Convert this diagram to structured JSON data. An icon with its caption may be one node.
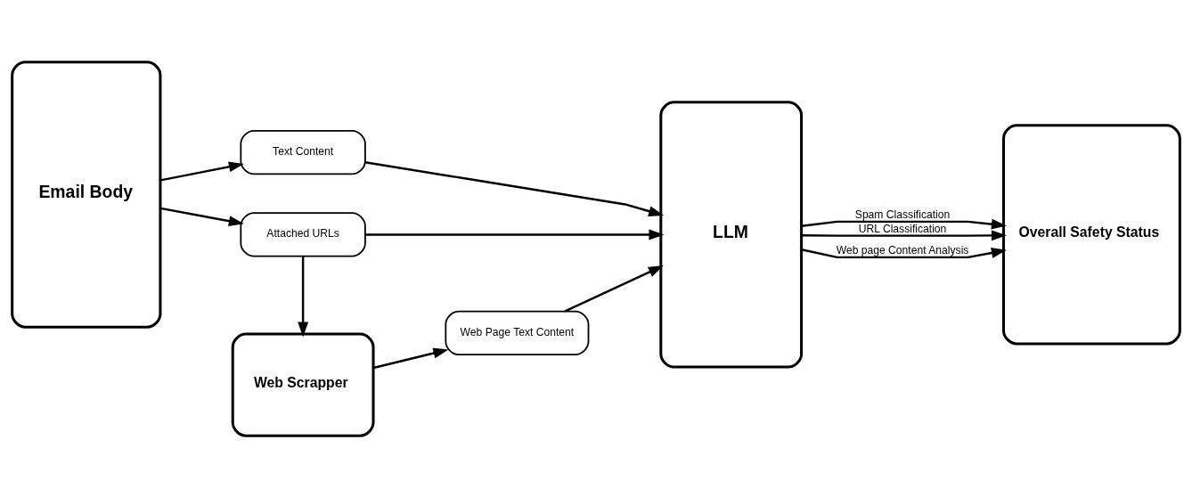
{
  "diagram": {
    "nodes": [
      {
        "text": [
          "Email Body"
        ]
      },
      {
        "text": [
          "Text Content"
        ]
      },
      {
        "text": [
          "Attached URLs"
        ]
      },
      {
        "text": [
          "LLM"
        ]
      },
      {
        "text": [
          "Overall Safety Status"
        ]
      },
      {
        "text": [
          "Web Scrapper"
        ]
      },
      {
        "text": [
          "Web Page Text Content"
        ]
      }
    ],
    "edges": [
      {
        "from": 0,
        "to": 1,
        "arrow": "to"
      },
      {
        "from": 0,
        "to": 2,
        "arrow": "to"
      },
      {
        "from": 1,
        "to": 3,
        "arrow": "to"
      },
      {
        "from": 2,
        "to": 3,
        "arrow": "to"
      },
      {
        "from": 2,
        "to": 5,
        "arrow": "to"
      },
      {
        "from": 5,
        "to": 6,
        "arrow": "to"
      },
      {
        "from": 6,
        "to": 3,
        "arrow": "to"
      },
      {
        "from": 3,
        "to": 4,
        "arrow": "to",
        "label": "Spam Classification"
      },
      {
        "from": 3,
        "to": 4,
        "arrow": "to",
        "label": "URL Classification"
      },
      {
        "from": 3,
        "to": 4,
        "arrow": "to",
        "label": "Web page Content Analysis"
      }
    ]
  }
}
